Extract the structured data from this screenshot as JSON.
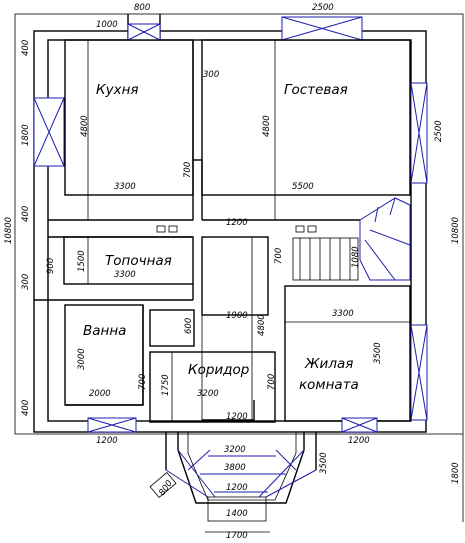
{
  "rooms": {
    "kitchen": "Кухня",
    "guest": "Гостевая",
    "furnace": "Топочная",
    "bath": "Ванна",
    "corridor": "Коридор",
    "living_line1": "Жилая",
    "living_line2": "комната"
  },
  "dims": {
    "top_800": "800",
    "top_1000": "1000",
    "top_2500": "2500",
    "left_400_top": "400",
    "left_1800": "1800",
    "left_10800": "10800",
    "left_400_mid": "400",
    "left_900": "900",
    "left_300": "300",
    "left_400_bot": "400",
    "kitchen_4800": "4800",
    "guest_4800": "4800",
    "mid_300": "300",
    "right_2500": "2500",
    "right_10800": "10800",
    "kitchen_700": "700",
    "kitchen_3300": "3300",
    "guest_5500": "5500",
    "hall_1200": "1200",
    "furnace_1500": "1500",
    "furnace_3300": "3300",
    "furnace_700": "700",
    "stair_1080": "1080",
    "corr_600": "600",
    "corr_1900": "1900",
    "corr_4800": "4800",
    "living_3300": "3300",
    "living_3500": "3500",
    "bath_3000": "3000",
    "bath_700": "700",
    "bath_2000": "2000",
    "corr_1750": "1750",
    "corr_3200": "3200",
    "corr_700": "700",
    "bot_1200_mid": "1200",
    "bot_1200_left": "1200",
    "bot_1200_right": "1200",
    "porch_3200": "3200",
    "porch_3800": "3800",
    "porch_3500": "3500",
    "porch_1200": "1200",
    "porch_800": "800",
    "porch_1400": "1400",
    "porch_1700": "1700",
    "right_1800": "1800"
  }
}
